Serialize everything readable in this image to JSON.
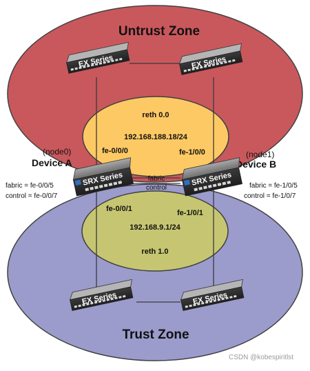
{
  "untrust_zone": {
    "title": "Untrust Zone",
    "color": "#c9585c"
  },
  "trust_zone": {
    "title": "Trust Zone",
    "color": "#9b9bcc"
  },
  "reth_top": {
    "name": "reth 0.0",
    "ip": "192.168.188.18/24",
    "color": "#fdc964"
  },
  "reth_bottom": {
    "name": "reth 1.0",
    "ip": "192.168.9.1/24",
    "color": "#c6c672"
  },
  "device_a": {
    "node": "(node0)",
    "title": "Device A",
    "label": "SRX Series",
    "top_port": "fe-0/0/0",
    "bottom_port": "fe-0/0/1",
    "fabric": "fabric = fe-0/0/5",
    "control": "control = fe-0/0/7"
  },
  "device_b": {
    "node": "(node1)",
    "title": "Device B",
    "label": "SRX Series",
    "top_port": "fe-1/0/0",
    "bottom_port": "fe-1/0/1",
    "fabric": "fabric = fe-1/0/5",
    "control": "control = fe-1/0/7"
  },
  "links": {
    "fabric": "fabric",
    "control": "control"
  },
  "switches": {
    "top_left": "EX Series",
    "top_right": "EX Series",
    "bottom_left": "EX Series",
    "bottom_right": "EX Series"
  },
  "watermark": "CSDN @kobespiritlst"
}
